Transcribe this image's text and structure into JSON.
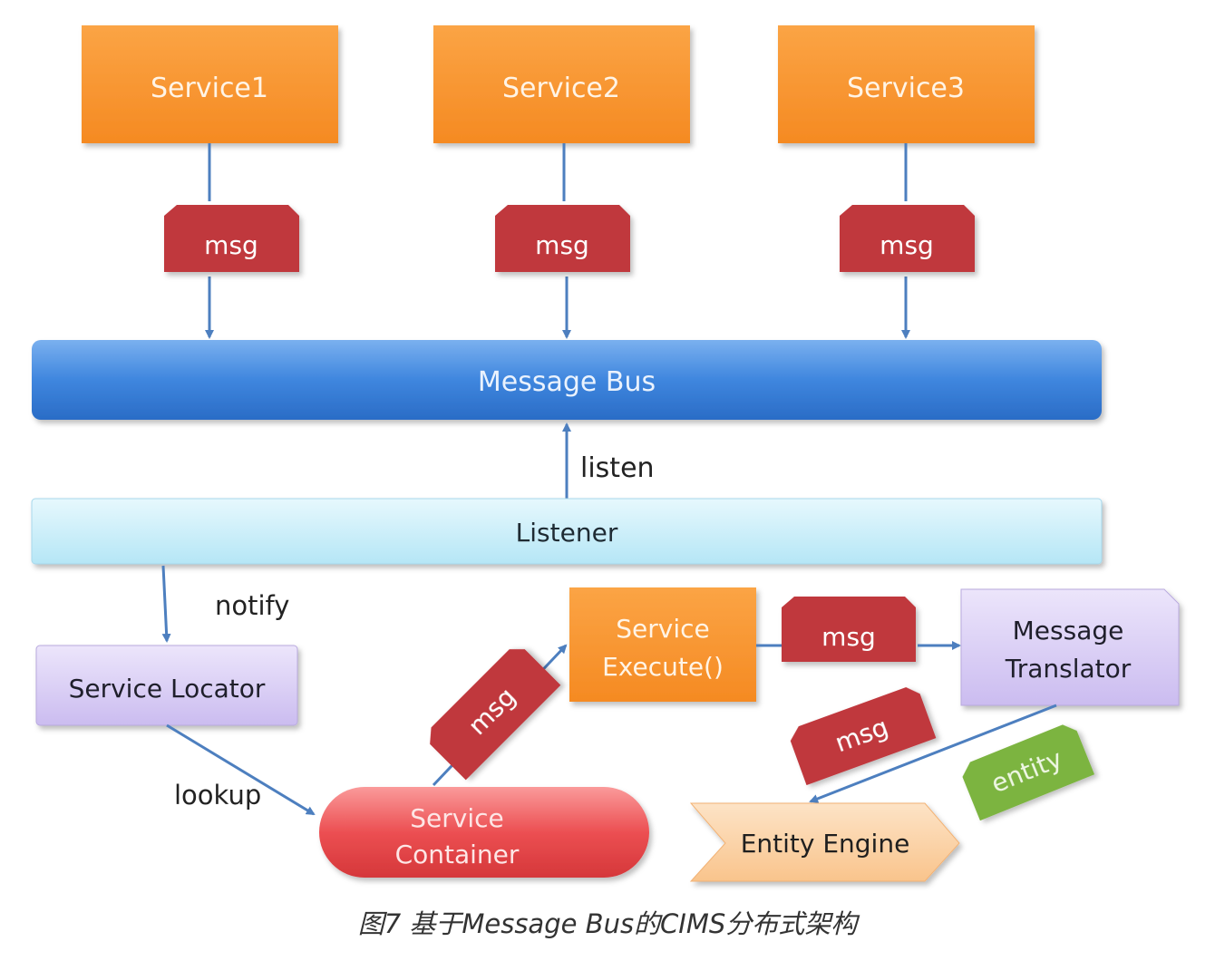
{
  "nodes": {
    "service1": "Service1",
    "service2": "Service2",
    "service3": "Service3",
    "message_bus": "Message Bus",
    "listener": "Listener",
    "service_locator": "Service Locator",
    "service_container": [
      "Service",
      "Container"
    ],
    "service_execute": [
      "Service",
      "Execute()"
    ],
    "message_translator": [
      "Message",
      "Translator"
    ],
    "entity_engine": "Entity Engine"
  },
  "tags": {
    "msg": "msg",
    "entity": "entity"
  },
  "edge_labels": {
    "listen": "listen",
    "notify": "notify",
    "lookup": "lookup"
  },
  "caption": "图7 基于Message Bus的CIMS分布式架构",
  "colors": {
    "service": "#f7962f",
    "msg_tag": "#c0393d",
    "entity_tag": "#7cb440",
    "message_bus": "#3b82dd",
    "listener": "#c9eef9",
    "locator": "#d9ccf4",
    "container": "#e8484b",
    "entity_engine": "#fbd3a8",
    "arrow": "#4d7fbf"
  }
}
